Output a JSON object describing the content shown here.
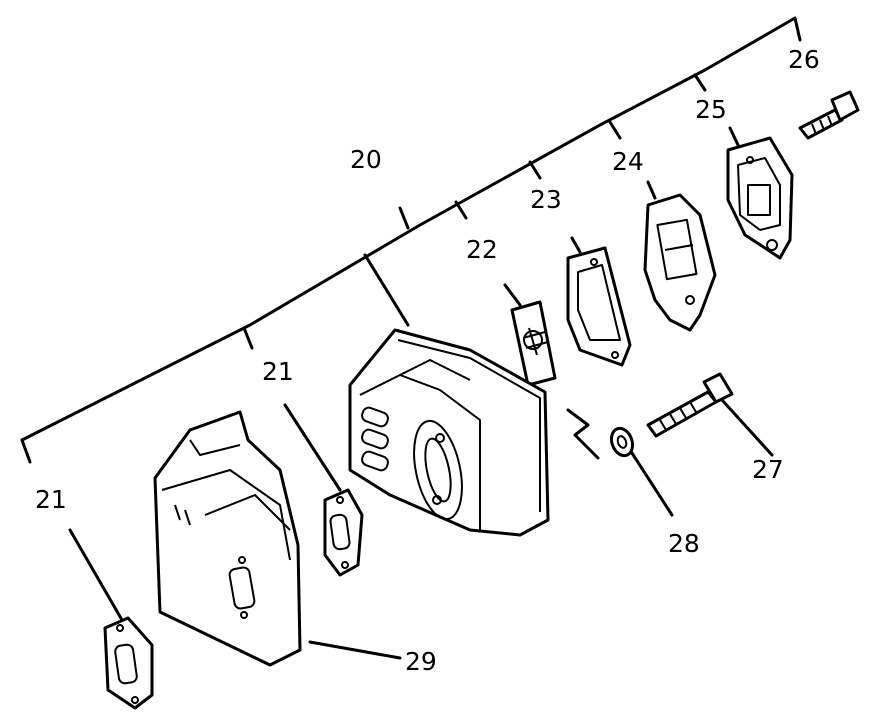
{
  "diagram": {
    "callouts": {
      "c20": "20",
      "c21a": "21",
      "c21b": "21",
      "c22": "22",
      "c23": "23",
      "c24": "24",
      "c25": "25",
      "c26": "26",
      "c27": "27",
      "c28": "28",
      "c29": "29"
    }
  }
}
